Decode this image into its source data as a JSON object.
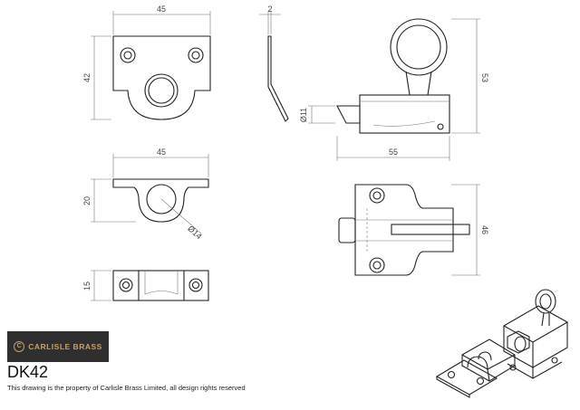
{
  "dimensions": {
    "plate_width": "45",
    "plate_height": "42",
    "plate_thickness": "2",
    "bolt_diameter": "Ø11",
    "body_length": "55",
    "overall_height": "53",
    "receiver_width": "45",
    "receiver_height": "20",
    "ring_diameter": "Ø14",
    "keep_height": "15",
    "body_height": "46"
  },
  "brand": {
    "name": "CARLISLE BRASS",
    "mark": "C"
  },
  "product_code": "DK42",
  "notice": "This drawing is the property of Carlisle Brass Limited, all design rights reserved",
  "colors": {
    "line": "#222222",
    "logo_bg": "#2f2f2f",
    "logo_gold": "#c9a062"
  }
}
